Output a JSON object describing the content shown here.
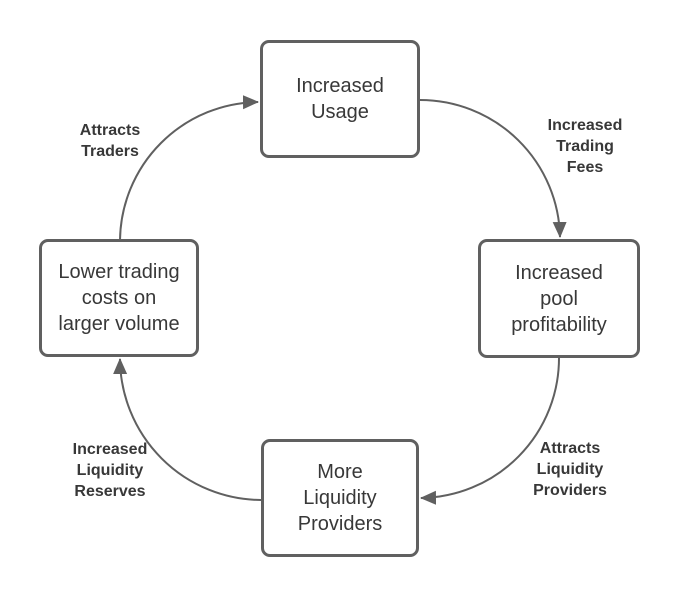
{
  "colors": {
    "stroke": "#606060",
    "text": "#383838",
    "bg": "#ffffff",
    "node_fill": "#ffffff"
  },
  "nodes": {
    "top": {
      "label": "Increased\nUsage"
    },
    "right": {
      "label": "Increased\npool\nprofitability"
    },
    "bottom": {
      "label": "More\nLiquidity\nProviders"
    },
    "left": {
      "label": "Lower trading\ncosts on\nlarger volume"
    }
  },
  "edge_labels": {
    "top_left": "Attracts\nTraders",
    "top_right": "Increased\nTrading\nFees",
    "bottom_right": "Attracts\nLiquidity\nProviders",
    "bottom_left": "Increased\nLiquidity\nReserves"
  }
}
